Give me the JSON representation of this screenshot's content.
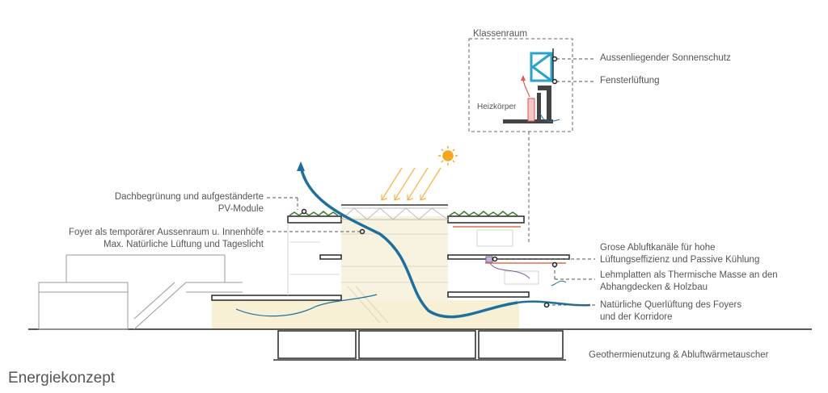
{
  "title": "Energiekonzept",
  "detail_box": {
    "title": "Klassenraum",
    "heater_label": "Heizkörper"
  },
  "annotations": {
    "sun_shading": "Aussenliegender Sonnenschutz",
    "window_ventilation": "Fensterlüftung",
    "green_roof": [
      "Dachbegrünung und aufgeständerte",
      "PV-Module"
    ],
    "foyer": [
      "Foyer als temporärer Aussenraum u. Innenhöfe",
      "Max. Natürliche Lüftung und Tageslicht"
    ],
    "exhaust_ducts": [
      "Grose Abluftkanäle für hohe",
      "Lüftungseffizienz und Passive Kühlung"
    ],
    "clay_panels": [
      "Lehmplatten als Thermische Masse an den",
      "Abhangdecken & Holzbau"
    ],
    "cross_ventilation": [
      "Natürliche Querlüftung des Foyers",
      "und der Korridore"
    ],
    "geothermal": "Geothermienutzung & Abluftwärmetauscher"
  },
  "colors": {
    "airflow": "#1f6f9e",
    "sun": "#f5a623",
    "sun_rays": "#f5b342",
    "clay": "#e8927a",
    "heater": "#f4c6c6",
    "heater_stroke": "#d9534f",
    "warm_air": "#e05a4e",
    "shading": "#2aa3c9",
    "foyer_fill": "#f7f0d8",
    "green": "#3c7a2a",
    "duct": "#9a7fb0",
    "structure": "#333333",
    "thin_line": "#aaaaaa"
  }
}
